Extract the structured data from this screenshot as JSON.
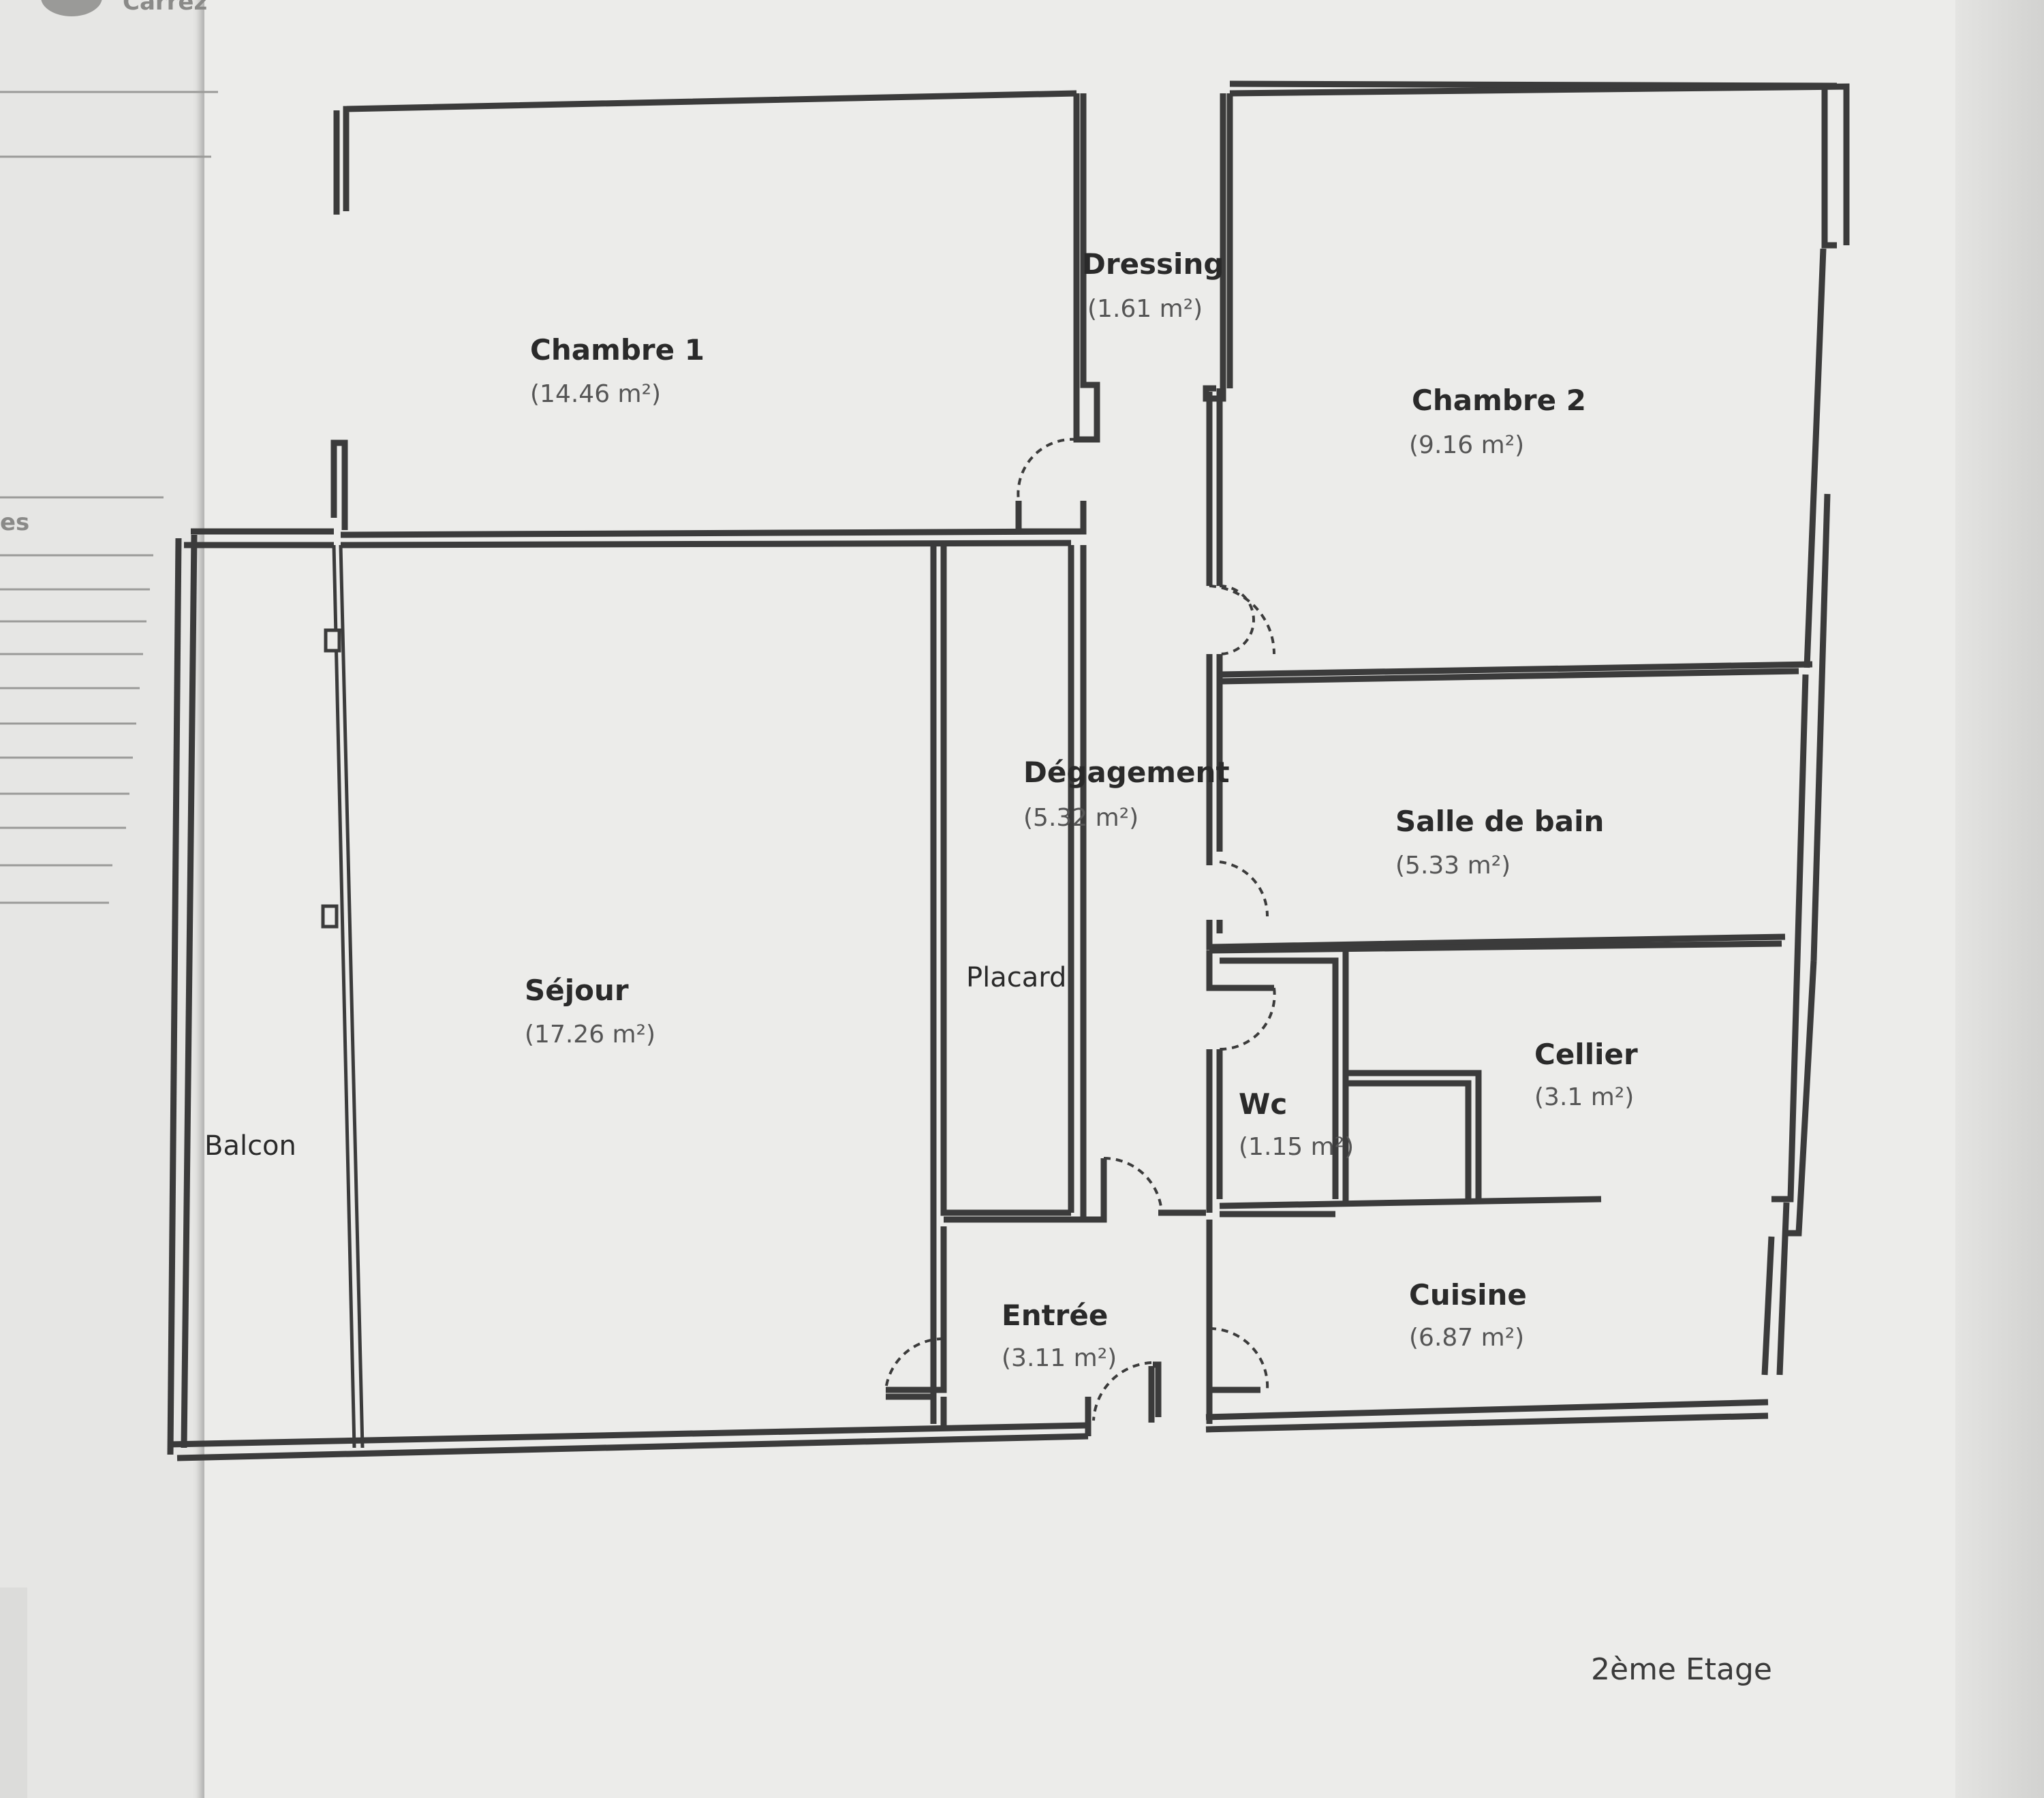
{
  "header": {
    "logo_text": "Carrez"
  },
  "floor_label": "2ème Etage",
  "rooms": {
    "chambre1": {
      "name": "Chambre 1",
      "area": "(14.46 m²)"
    },
    "dressing": {
      "name": "Dressing",
      "area": "(1.61 m²)"
    },
    "chambre2": {
      "name": "Chambre 2",
      "area": "(9.16 m²)"
    },
    "degagement": {
      "name": "Dégagement",
      "area": "(5.32 m²)"
    },
    "salle_de_bain": {
      "name": "Salle de bain",
      "area": "(5.33 m²)"
    },
    "placard": {
      "name": "Placard"
    },
    "sejour": {
      "name": "Séjour",
      "area": "(17.26 m²)"
    },
    "balcon": {
      "name": "Balcon"
    },
    "wc": {
      "name": "Wc",
      "area": "(1.15 m²)"
    },
    "cellier": {
      "name": "Cellier",
      "area": "(3.1 m²)"
    },
    "entree": {
      "name": "Entrée",
      "area": "(3.11 m²)"
    },
    "cuisine": {
      "name": "Cuisine",
      "area": "(6.87 m²)"
    }
  },
  "left_page": {
    "fragment_text": "es"
  }
}
